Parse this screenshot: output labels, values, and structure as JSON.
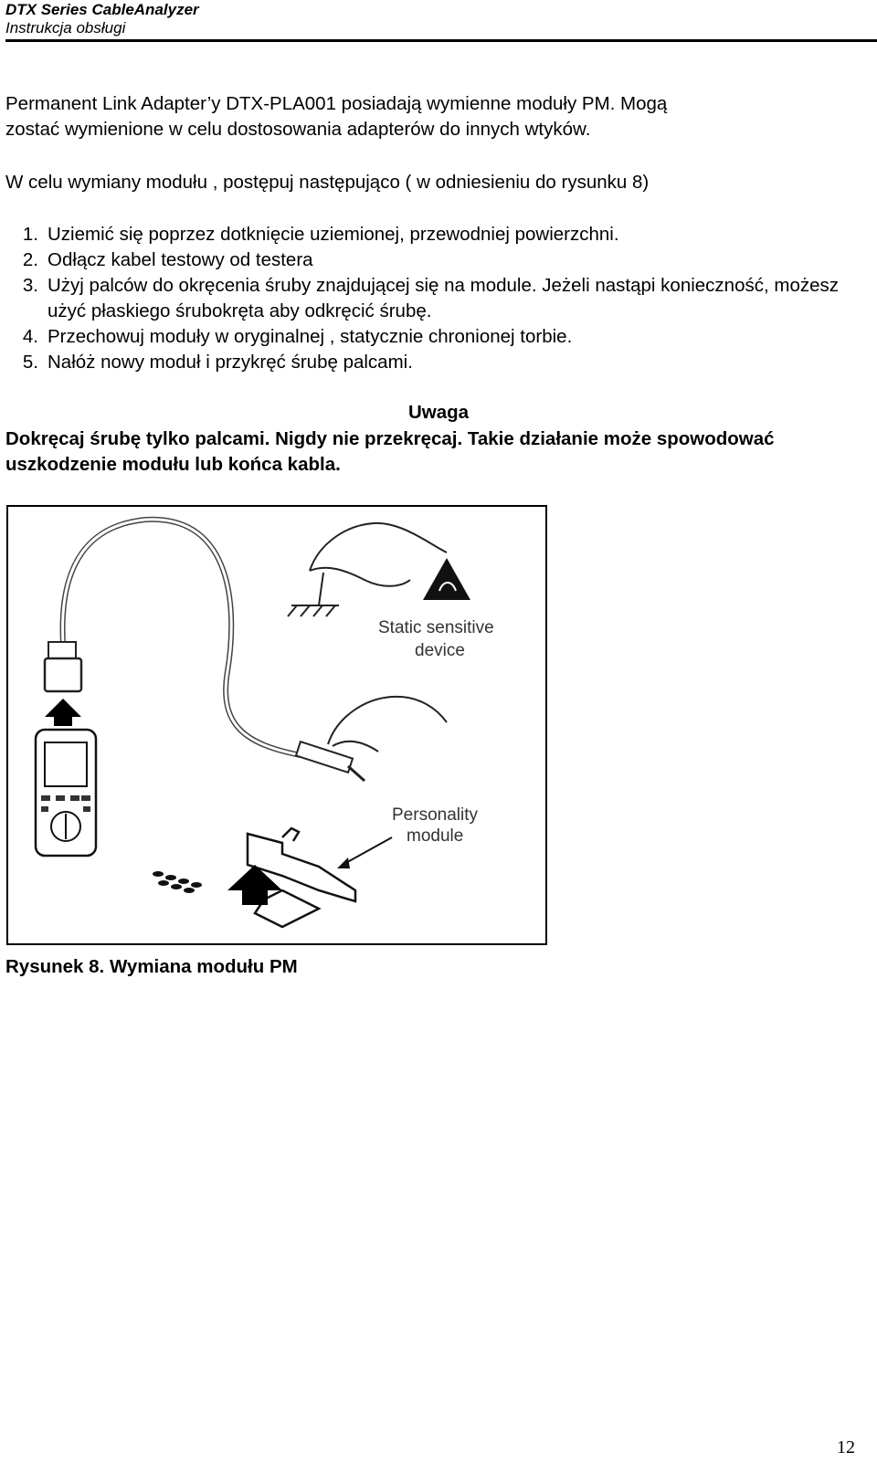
{
  "header": {
    "title": "DTX Series CableAnalyzer",
    "subtitle": "Instrukcja obsługi"
  },
  "body": {
    "intro_line1": "Permanent Link Adapter’y DTX-PLA001 posiadają wymienne moduły PM. Mogą",
    "intro_line2": "zostać wymienione w celu dostosowania adapterów do innych wtyków.",
    "instructions": "W celu wymiany modułu , postępuj następująco ( w odniesieniu do rysunku 8)",
    "steps": [
      {
        "num": "1.",
        "text": "Uziemić się poprzez dotknięcie uziemionej, przewodniej powierzchni."
      },
      {
        "num": "2.",
        "text": "Odłącz kabel testowy od testera"
      },
      {
        "num": "3.",
        "text": "Użyj palców do okręcenia śruby znajdującej się na module. Jeżeli nastąpi konieczność, możesz użyć płaskiego śrubokręta aby odkręcić śrubę."
      },
      {
        "num": "4.",
        "text": "Przechowuj moduły w oryginalnej , statycznie chronionej torbie."
      },
      {
        "num": "5.",
        "text": "Nałóż nowy moduł i przykręć śrubę palcami."
      }
    ]
  },
  "note": {
    "title": "Uwaga",
    "text": "Dokręcaj śrubę tylko palcami. Nigdy nie przekręcaj. Takie działanie może spowodować uszkodzenie modułu lub końca kabla."
  },
  "figure": {
    "label_static_1": "Static sensitive",
    "label_static_2": "device",
    "label_module_1": "Personality",
    "label_module_2": "module",
    "caption": "Rysunek 8. Wymiana modułu PM"
  },
  "page_number": "12"
}
